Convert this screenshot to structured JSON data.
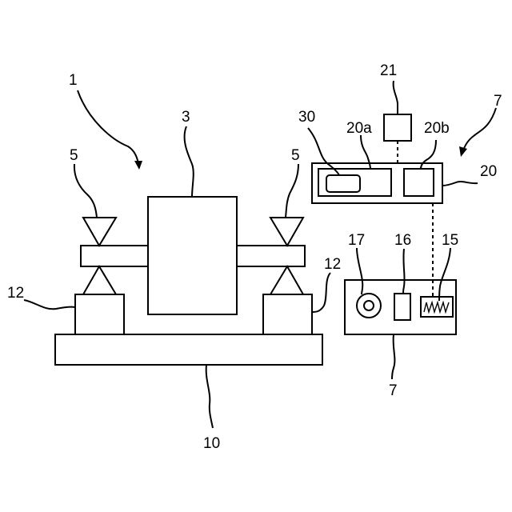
{
  "labels": {
    "machine": "1",
    "rotor": "3",
    "bearing_left": "5",
    "bearing_right": "5",
    "support_left": "12",
    "support_right": "12",
    "base": "10",
    "unit_top": "7",
    "unit_bottom": "7",
    "display_module": "30",
    "module_a": "20a",
    "module_b": "20b",
    "controller": "20",
    "top_box": "21",
    "knob": "17",
    "slot": "16",
    "wave_window": "15"
  }
}
